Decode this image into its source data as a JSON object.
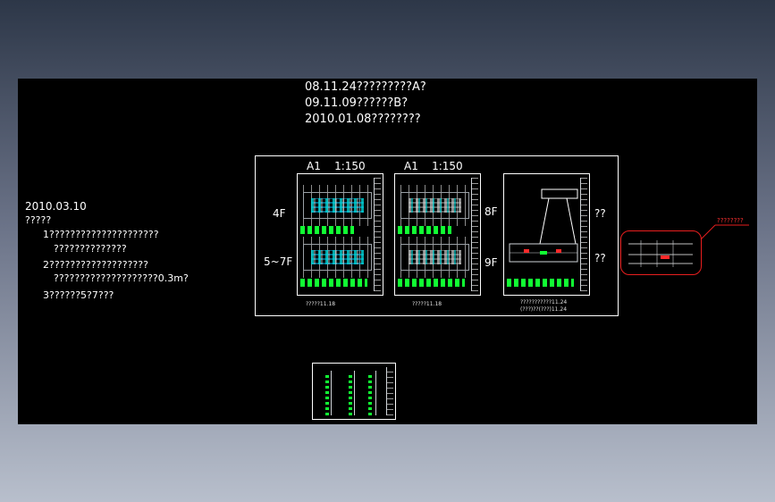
{
  "revisions": {
    "line1": "08.11.24?????????A?",
    "line2": "09.11.09??????B?",
    "line3": "2010.01.08????????"
  },
  "notes": {
    "date": "2010.03.10",
    "heading": "?????",
    "item1_a": "1?????????????????????",
    "item1_b": "??????????????",
    "item2_a": "2???????????????????",
    "item2_b": "????????????????????0.3m?",
    "item3": "3??????5?7???"
  },
  "sheets": {
    "sheet1_header": "A1    1:150",
    "sheet2_header": "A1    1:150",
    "sheet1_caption": "?????11.18",
    "sheet2_caption": "?????11.18",
    "sheet3_caption_a": "???????????11.24",
    "sheet3_caption_b": "(???)??(???)11.24"
  },
  "floor_labels": {
    "f4": "4F",
    "f5_7": "5~7F",
    "f8": "8F",
    "f9": "9F",
    "q1": "??",
    "q2": "??"
  },
  "callout": {
    "label": "????????"
  },
  "colors": {
    "background": "#000000",
    "linework": "#ffffff",
    "markup": "#e81e1e",
    "hatch": "#00dcdc",
    "equipment": "#11ff33"
  }
}
